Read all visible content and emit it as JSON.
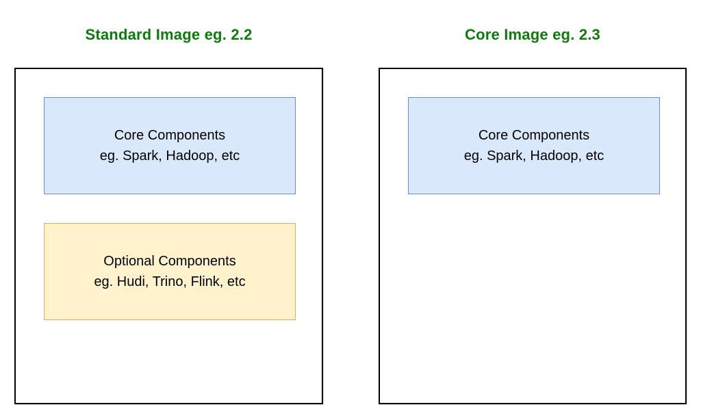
{
  "colors": {
    "background": "#ffffff",
    "title_green": "#0e7a0e",
    "outer_box_border": "#000000",
    "core_box_fill": "#dae8fc",
    "core_box_border": "#6c8ebf",
    "optional_box_fill": "#fff2cc",
    "optional_box_border": "#d6b656",
    "box_text": "#000000"
  },
  "diagrams": {
    "standard": {
      "title": "Standard Image eg. 2.2",
      "core_box": {
        "line1": "Core Components",
        "line2": "eg. Spark, Hadoop, etc"
      },
      "optional_box": {
        "line1": "Optional Components",
        "line2": "eg. Hudi, Trino, Flink, etc"
      }
    },
    "core": {
      "title": "Core Image eg. 2.3",
      "core_box": {
        "line1": "Core Components",
        "line2": "eg. Spark, Hadoop, etc"
      }
    }
  }
}
